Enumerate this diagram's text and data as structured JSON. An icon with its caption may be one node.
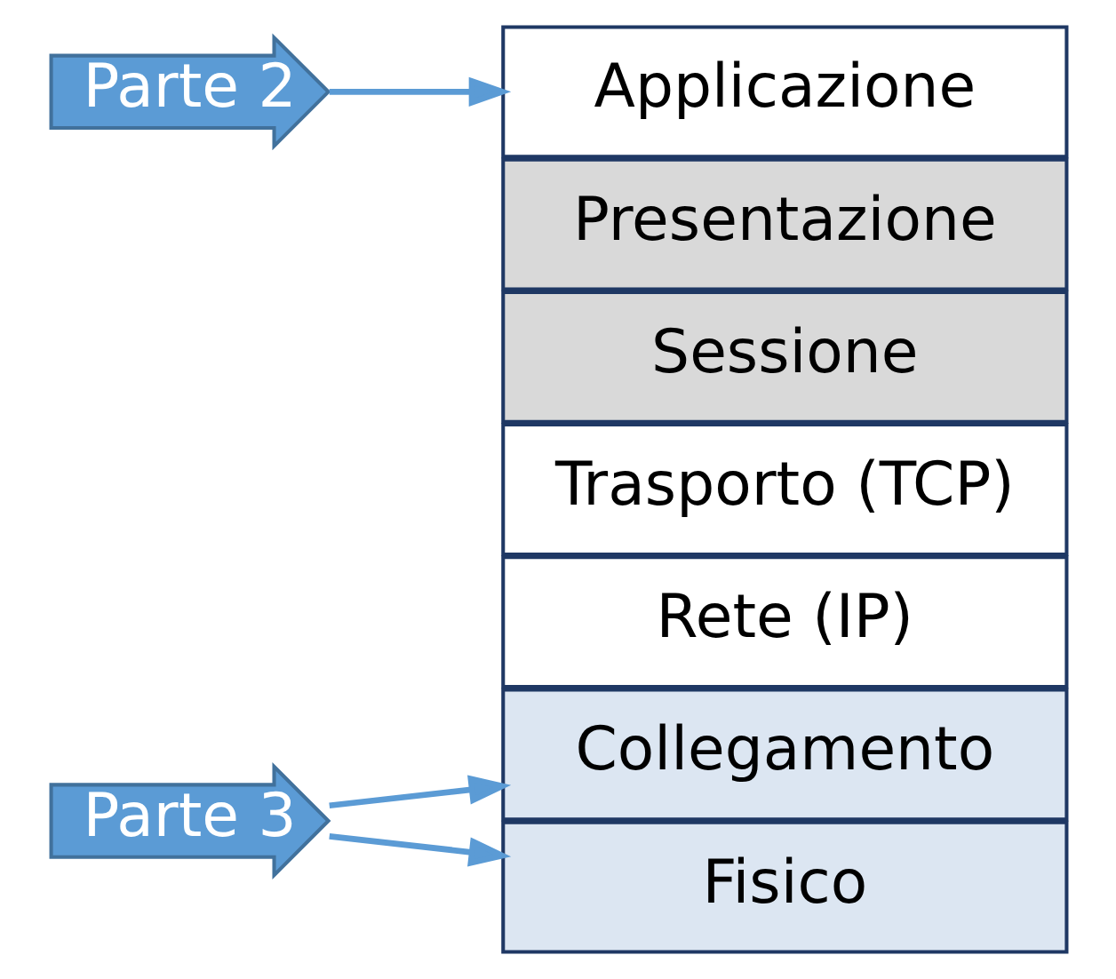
{
  "diagram": {
    "nodes": [
      {
        "text": [
          "Applicazione"
        ]
      },
      {
        "text": [
          "Presentazione"
        ]
      },
      {
        "text": [
          "Sessione"
        ]
      },
      {
        "text": [
          "Trasporto (TCP)"
        ]
      },
      {
        "text": [
          "Rete (IP)"
        ]
      },
      {
        "text": [
          "Collegamento"
        ]
      },
      {
        "text": [
          "Fisico"
        ]
      },
      {
        "text": [
          "Parte 2"
        ]
      },
      {
        "text": [
          "Parte 3"
        ]
      }
    ],
    "edges": [
      {
        "from": 7,
        "to": 0,
        "arrow": "to"
      },
      {
        "from": 8,
        "to": 5,
        "arrow": "to"
      },
      {
        "from": 8,
        "to": 6,
        "arrow": "to"
      }
    ]
  }
}
